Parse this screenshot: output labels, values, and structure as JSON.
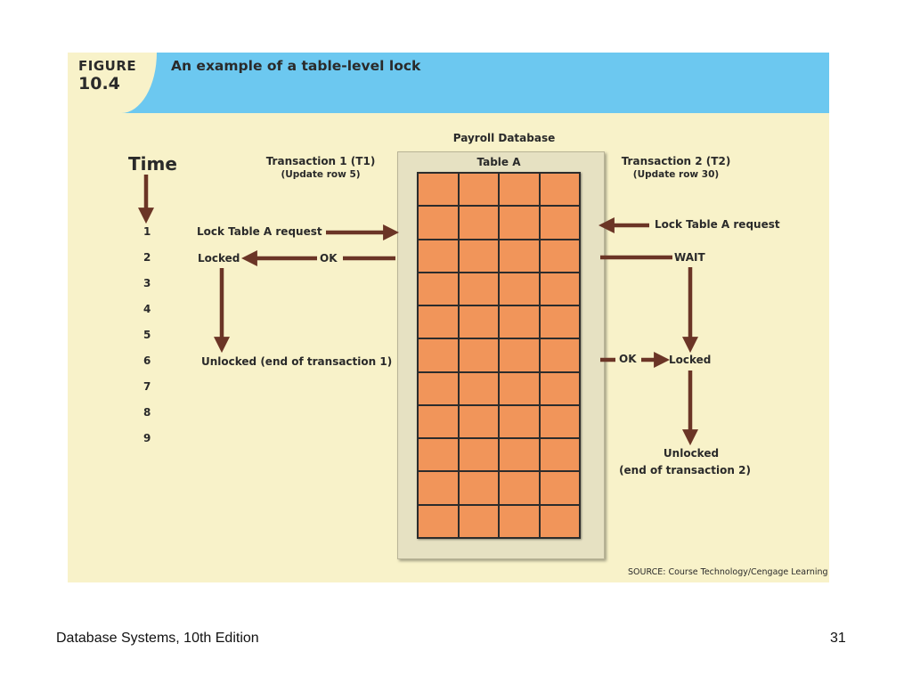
{
  "figure": {
    "label_line1": "FIGURE",
    "label_line2": "10.4",
    "title": "An example of a table-level lock"
  },
  "diagram": {
    "database_label": "Payroll Database",
    "table_label": "Table A",
    "time_label": "Time",
    "time_steps": [
      "1",
      "2",
      "3",
      "4",
      "5",
      "6",
      "7",
      "8",
      "9"
    ],
    "t1_title": "Transaction 1 (T1)",
    "t1_subtitle": "(Update row 5)",
    "t2_title": "Transaction 2 (T2)",
    "t2_subtitle": "(Update row 30)",
    "t1_lock_request": "Lock Table A request",
    "t1_locked": "Locked",
    "t1_ok": "OK",
    "t1_unlocked": "Unlocked (end of transaction 1)",
    "t2_lock_request": "Lock Table A request",
    "t2_wait": "WAIT",
    "t2_ok": "OK",
    "t2_locked": "Locked",
    "t2_unlocked_line1": "Unlocked",
    "t2_unlocked_line2": "(end of transaction 2)",
    "table_rows": 11,
    "table_cols": 4,
    "arrow_color": "#6b3526",
    "cell_color": "#f1955a",
    "source": "SOURCE: Course Technology/Cengage Learning"
  },
  "footer": {
    "left": "Database Systems, 10th Edition",
    "page_number": "31"
  }
}
